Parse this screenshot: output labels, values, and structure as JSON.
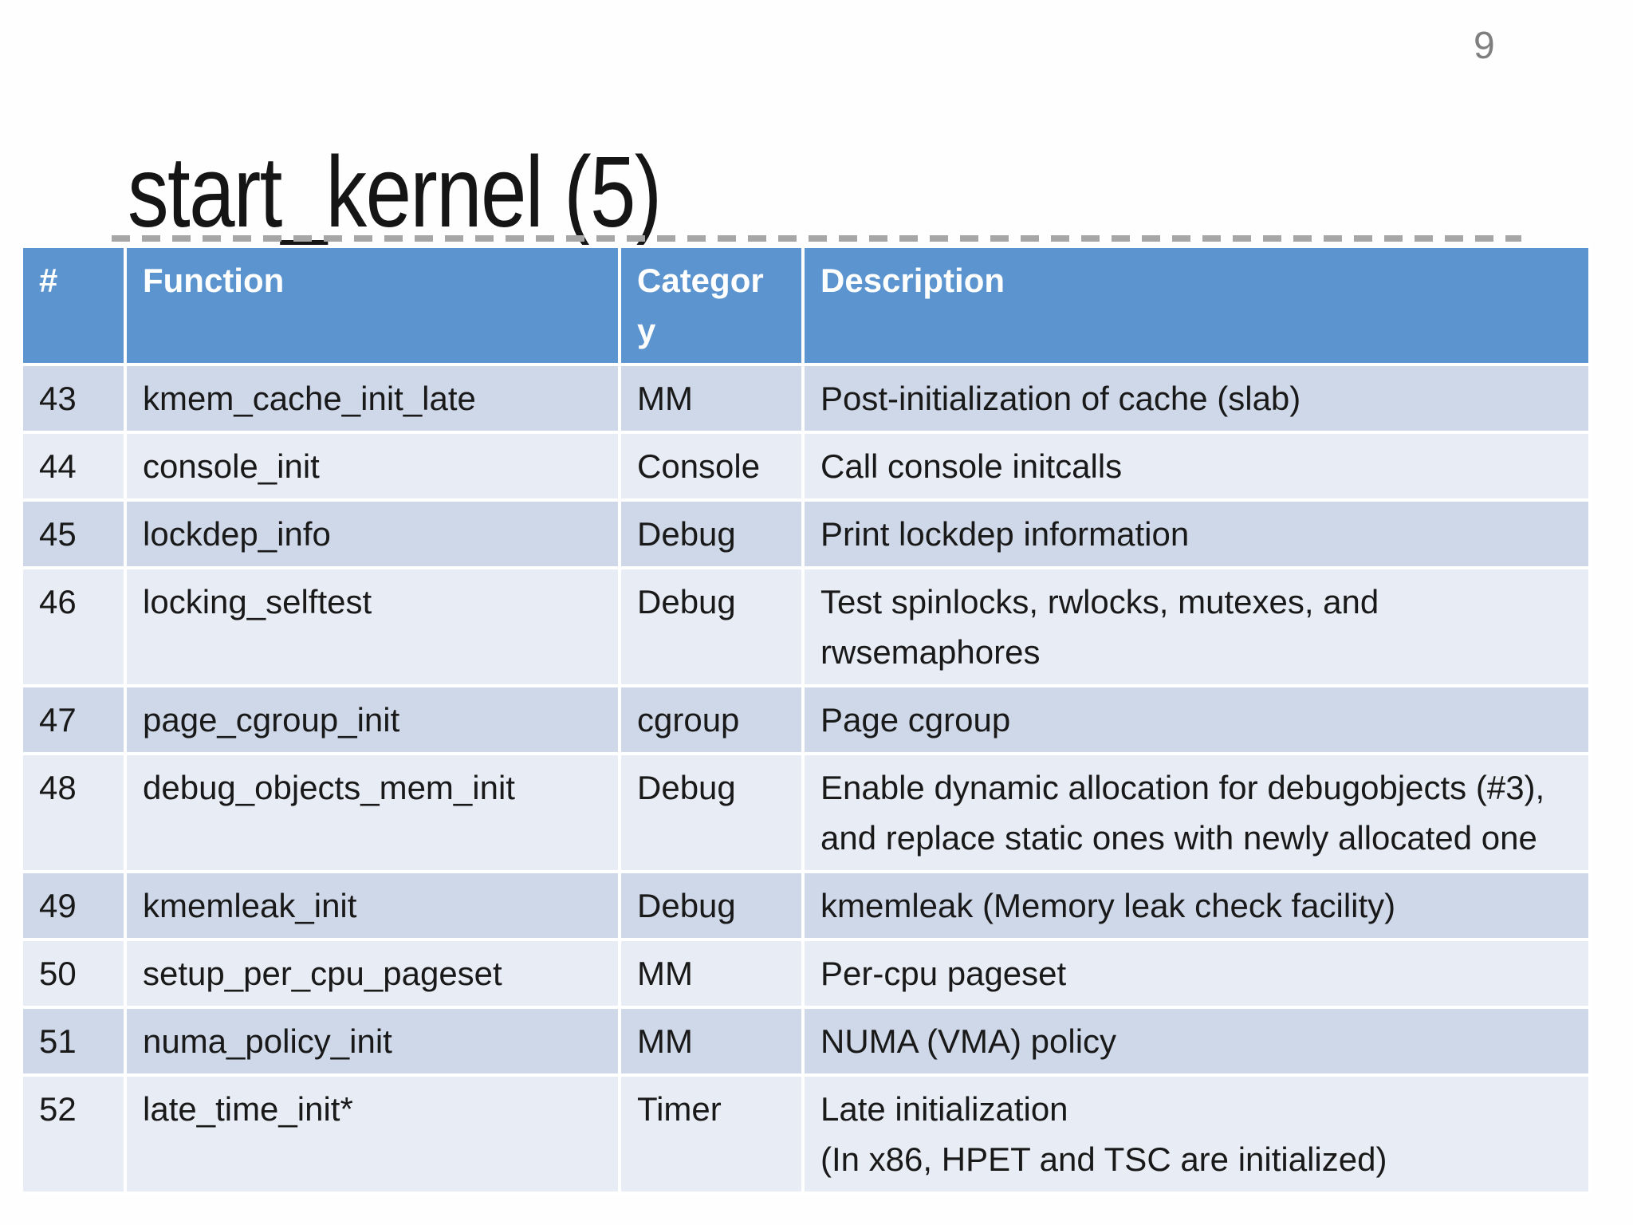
{
  "page_number": "9",
  "title": "start_kernel (5)",
  "colors": {
    "header_bg": "#5b94ce",
    "row_band_dark": "#ced8e8",
    "row_band_light": "#e8ecf4",
    "header_text": "#ffffff",
    "body_text": "#191919",
    "page_number_text": "#7f7f7f",
    "divider_dash": "#a6a6a6"
  },
  "table": {
    "headers": {
      "num": "#",
      "function": "Function",
      "category": "Category",
      "description": "Description"
    },
    "rows": [
      {
        "num": "43",
        "function": "kmem_cache_init_late",
        "category": "MM",
        "description": "Post-initialization of cache (slab)"
      },
      {
        "num": "44",
        "function": "console_init",
        "category": "Console",
        "description": "Call console initcalls"
      },
      {
        "num": "45",
        "function": "lockdep_info",
        "category": "Debug",
        "description": "Print lockdep information"
      },
      {
        "num": "46",
        "function": "locking_selftest",
        "category": "Debug",
        "description": "Test spinlocks, rwlocks, mutexes, and rwsemaphores"
      },
      {
        "num": "47",
        "function": "page_cgroup_init",
        "category": "cgroup",
        "description": "Page cgroup"
      },
      {
        "num": "48",
        "function": "debug_objects_mem_init",
        "category": "Debug",
        "description": "Enable dynamic allocation for debugobjects (#3), and replace static ones with newly allocated one"
      },
      {
        "num": "49",
        "function": "kmemleak_init",
        "category": "Debug",
        "description": "kmemleak (Memory leak check facility)"
      },
      {
        "num": "50",
        "function": "setup_per_cpu_pageset",
        "category": "MM",
        "description": "Per-cpu pageset"
      },
      {
        "num": "51",
        "function": "numa_policy_init",
        "category": "MM",
        "description": "NUMA (VMA) policy"
      },
      {
        "num": "52",
        "function": "late_time_init*",
        "category": "Timer",
        "description": "Late initialization\n(In x86, HPET and TSC are initialized)"
      }
    ]
  }
}
